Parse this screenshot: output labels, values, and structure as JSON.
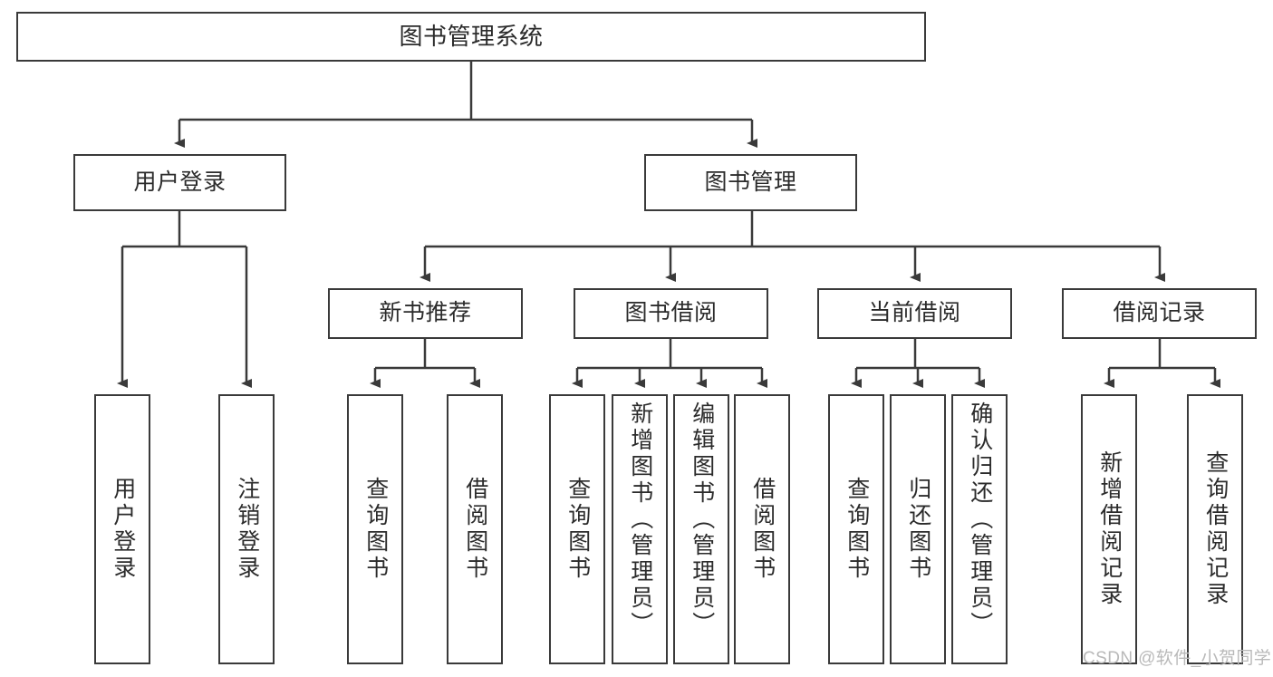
{
  "diagram": {
    "type": "tree-hierarchy",
    "title": "图书管理系统",
    "orientation": "top-down",
    "colors": {
      "box_border": "#3a3a3a",
      "box_fill": "#ffffff",
      "edge": "#3a3a3a",
      "text": "#2b2b2b",
      "watermark": "#b9b9b9"
    },
    "root": {
      "label": "图书管理系统"
    },
    "level2": [
      {
        "id": "user-login",
        "label": "用户登录"
      },
      {
        "id": "book-management",
        "label": "图书管理"
      }
    ],
    "level3": [
      {
        "id": "new-book-recommend",
        "label": "新书推荐",
        "parent": "book-management"
      },
      {
        "id": "book-borrow",
        "label": "图书借阅",
        "parent": "book-management"
      },
      {
        "id": "current-borrow",
        "label": "当前借阅",
        "parent": "book-management"
      },
      {
        "id": "borrow-record",
        "label": "借阅记录",
        "parent": "book-management"
      }
    ],
    "leaves": {
      "user_login": [
        {
          "id": "leaf-user-login",
          "label": "用户登录"
        },
        {
          "id": "leaf-logout-login",
          "label": "注销登录"
        }
      ],
      "new_book_recommend": [
        {
          "id": "leaf-query-book-1",
          "label": "查询图书"
        },
        {
          "id": "leaf-borrow-book-1",
          "label": "借阅图书"
        }
      ],
      "book_borrow": [
        {
          "id": "leaf-query-book-2",
          "label": "查询图书"
        },
        {
          "id": "leaf-add-book",
          "label": "新增图书（管理员）"
        },
        {
          "id": "leaf-edit-book",
          "label": "编辑图书（管理员）"
        },
        {
          "id": "leaf-borrow-book-2",
          "label": "借阅图书"
        }
      ],
      "current_borrow": [
        {
          "id": "leaf-query-book-3",
          "label": "查询图书"
        },
        {
          "id": "leaf-return-book",
          "label": "归还图书"
        },
        {
          "id": "leaf-confirm-return",
          "label": "确认归还（管理员）"
        }
      ],
      "borrow_record": [
        {
          "id": "leaf-add-record",
          "label": "新增借阅记录"
        },
        {
          "id": "leaf-query-record",
          "label": "查询借阅记录"
        }
      ]
    }
  },
  "watermark": {
    "text": "CSDN @软件_小贺同学"
  }
}
